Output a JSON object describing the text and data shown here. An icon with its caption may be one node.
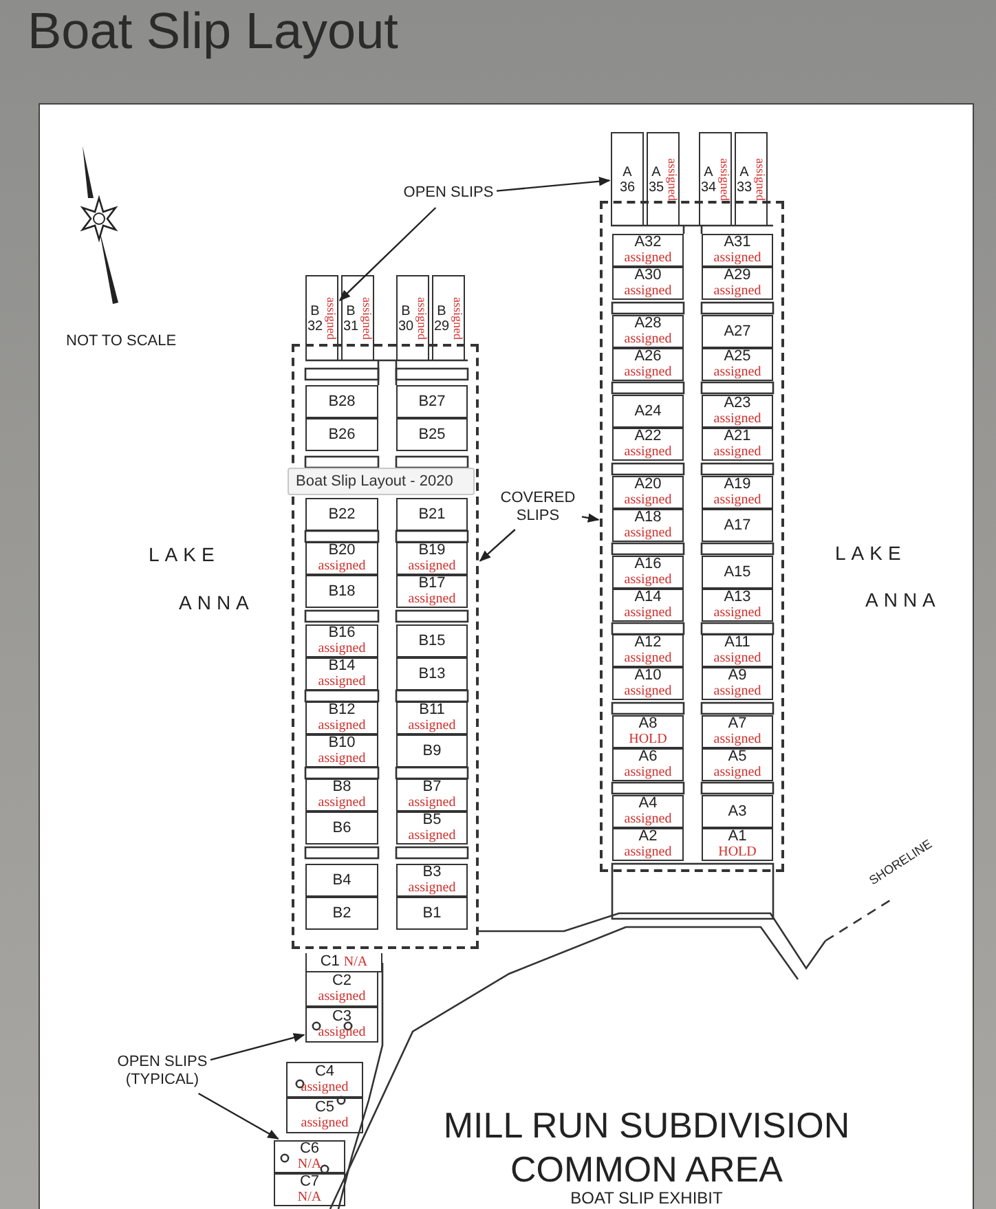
{
  "diagram": {
    "title": "Boat Slip Layout",
    "nodes": [
      {
        "text": [
          "OPEN SLIPS"
        ]
      },
      {
        "text": [
          "B 32",
          "assigned"
        ]
      },
      {
        "text": [
          "B 31",
          "assigned"
        ]
      },
      {
        "text": [
          "B 30",
          "assigned"
        ]
      },
      {
        "text": [
          "B 29",
          "assigned"
        ]
      },
      {
        "text": [
          "A 36"
        ]
      },
      {
        "text": [
          "A 35",
          "assigned"
        ]
      },
      {
        "text": [
          "A 34",
          "assigned"
        ]
      },
      {
        "text": [
          "A 33",
          "assigned"
        ]
      },
      {
        "text": [
          "COVERED SLIPS"
        ]
      },
      {
        "text": [],
        "shape": "box"
      },
      {
        "text": [
          "B28"
        ],
        "in": 10
      },
      {
        "text": [
          "B27"
        ],
        "in": 10
      },
      {
        "text": [
          "B26"
        ],
        "in": 10
      },
      {
        "text": [
          "B25"
        ],
        "in": 10
      },
      {
        "text": [
          "B22"
        ],
        "in": 10
      },
      {
        "text": [
          "B21"
        ],
        "in": 10
      },
      {
        "text": [
          "B20",
          "assigned"
        ],
        "in": 10
      },
      {
        "text": [
          "B19",
          "assigned"
        ],
        "in": 10
      },
      {
        "text": [
          "B18"
        ],
        "in": 10
      },
      {
        "text": [
          "B17",
          "assigned"
        ],
        "in": 10
      },
      {
        "text": [
          "B16",
          "assigned"
        ],
        "in": 10
      },
      {
        "text": [
          "B15"
        ],
        "in": 10
      },
      {
        "text": [
          "B14",
          "assigned"
        ],
        "in": 10
      },
      {
        "text": [
          "B13"
        ],
        "in": 10
      },
      {
        "text": [
          "B12",
          "assigned"
        ],
        "in": 10
      },
      {
        "text": [
          "B11",
          "assigned"
        ],
        "in": 10
      },
      {
        "text": [
          "B10",
          "assigned"
        ],
        "in": 10
      },
      {
        "text": [
          "B9"
        ],
        "in": 10
      },
      {
        "text": [
          "B8",
          "assigned"
        ],
        "in": 10
      },
      {
        "text": [
          "B7",
          "assigned"
        ],
        "in": 10
      },
      {
        "text": [
          "B6"
        ],
        "in": 10
      },
      {
        "text": [
          "B5",
          "assigned"
        ],
        "in": 10
      },
      {
        "text": [
          "B4"
        ],
        "in": 10
      },
      {
        "text": [
          "B3",
          "assigned"
        ],
        "in": 10
      },
      {
        "text": [
          "B2"
        ],
        "in": 10
      },
      {
        "text": [
          "B1"
        ],
        "in": 10
      },
      {
        "text": [],
        "shape": "box"
      },
      {
        "text": [
          "A32",
          "assigned"
        ],
        "in": 37
      },
      {
        "text": [
          "A31",
          "assigned"
        ],
        "in": 37
      },
      {
        "text": [
          "A30",
          "assigned"
        ],
        "in": 37
      },
      {
        "text": [
          "A29",
          "assigned"
        ],
        "in": 37
      },
      {
        "text": [
          "A28",
          "assigned"
        ],
        "in": 37
      },
      {
        "text": [
          "A27"
        ],
        "in": 37
      },
      {
        "text": [
          "A26",
          "assigned"
        ],
        "in": 37
      },
      {
        "text": [
          "A25",
          "assigned"
        ],
        "in": 37
      },
      {
        "text": [
          "A24"
        ],
        "in": 37
      },
      {
        "text": [
          "A23",
          "assigned"
        ],
        "in": 37
      },
      {
        "text": [
          "A22",
          "assigned"
        ],
        "in": 37
      },
      {
        "text": [
          "A21",
          "assigned"
        ],
        "in": 37
      },
      {
        "text": [
          "A20",
          "assigned"
        ],
        "in": 37
      },
      {
        "text": [
          "A19",
          "assigned"
        ],
        "in": 37
      },
      {
        "text": [
          "A18",
          "assigned"
        ],
        "in": 37
      },
      {
        "text": [
          "A17"
        ],
        "in": 37
      },
      {
        "text": [
          "A16",
          "assigned"
        ],
        "in": 37
      },
      {
        "text": [
          "A15"
        ],
        "in": 37
      },
      {
        "text": [
          "A14",
          "assigned"
        ],
        "in": 37
      },
      {
        "text": [
          "A13",
          "assigned"
        ],
        "in": 37
      },
      {
        "text": [
          "A12",
          "assigned"
        ],
        "in": 37
      },
      {
        "text": [
          "A11",
          "assigned"
        ],
        "in": 37
      },
      {
        "text": [
          "A10",
          "assigned"
        ],
        "in": 37
      },
      {
        "text": [
          "A9",
          "assigned"
        ],
        "in": 37
      },
      {
        "text": [
          "A8",
          "HOLD"
        ],
        "in": 37
      },
      {
        "text": [
          "A7",
          "assigned"
        ],
        "in": 37
      },
      {
        "text": [
          "A6",
          "assigned"
        ],
        "in": 37
      },
      {
        "text": [
          "A5",
          "assigned"
        ],
        "in": 37
      },
      {
        "text": [
          "A4",
          "assigned"
        ],
        "in": 37
      },
      {
        "text": [
          "A3"
        ],
        "in": 37
      },
      {
        "text": [
          "A2",
          "assigned"
        ],
        "in": 37
      },
      {
        "text": [
          "A1",
          "HOLD"
        ],
        "in": 37
      },
      {
        "text": [
          "C1",
          "N/A"
        ]
      },
      {
        "text": [
          "OPEN SLIPS (TYPICAL)"
        ]
      },
      {
        "text": [
          "C2",
          "assigned"
        ]
      },
      {
        "text": [
          "C3",
          "assigned"
        ]
      },
      {
        "text": [
          "C4",
          "assigned"
        ]
      },
      {
        "text": [
          "C5",
          "assigned"
        ]
      },
      {
        "text": [
          "C6",
          "N/A"
        ]
      },
      {
        "text": [
          "C7",
          "N/A"
        ]
      }
    ],
    "edges": [
      {
        "from": 0,
        "to": 1,
        "arrow": "to"
      },
      {
        "from": 0,
        "to": 5,
        "arrow": "to"
      },
      {
        "from": 9,
        "to": 10,
        "arrow": "to"
      },
      {
        "from": 9,
        "to": 37,
        "arrow": "to"
      },
      {
        "from": 71,
        "to": 73,
        "arrow": "to"
      },
      {
        "from": 71,
        "to": 76,
        "arrow": "to"
      }
    ],
    "labels": [
      "NOT TO SCALE",
      "LAKE ANNA",
      "LAKE ANNA",
      "Boat Slip Layout - 2020",
      "SHORELINE",
      "MILL RUN SUBDIVISION COMMON AREA",
      "BOAT SLIP EXHIBIT"
    ]
  }
}
